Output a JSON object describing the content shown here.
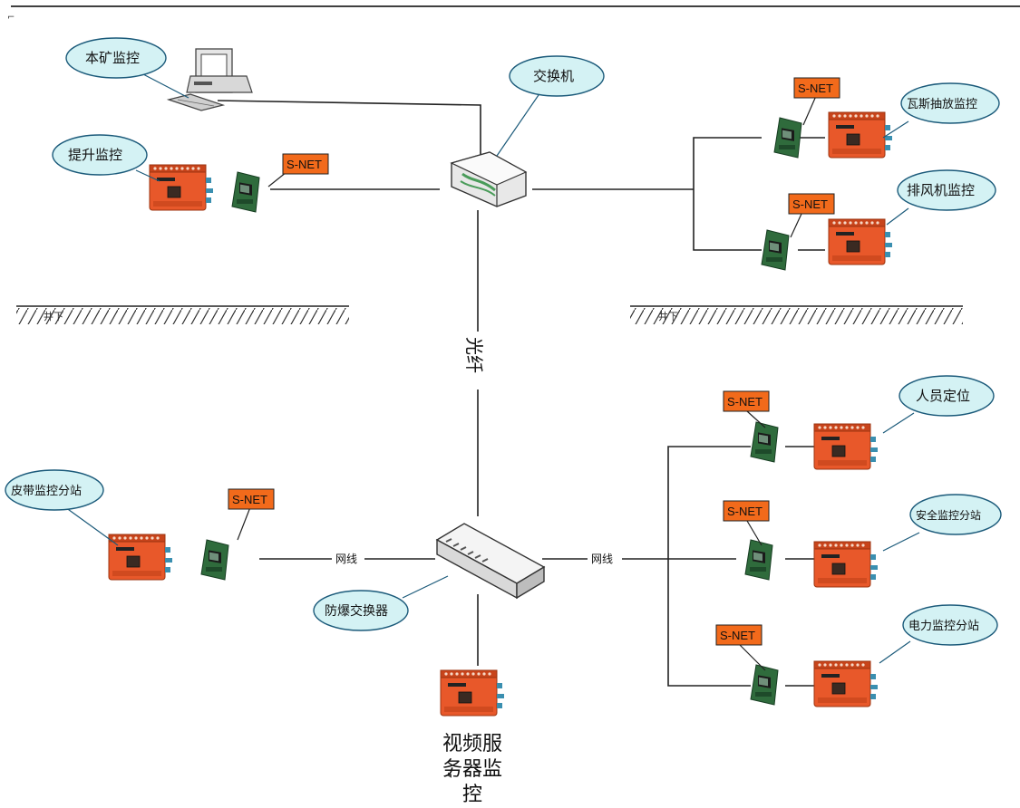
{
  "labels": {
    "local_monitor": "本矿监控",
    "switch": "交换机",
    "hoist_monitor": "提升监控",
    "gas_monitor": "瓦斯抽放监控",
    "exhaust_fan_monitor": "排风机监控",
    "above_ground_left": "井下",
    "above_ground_right": "井下",
    "fiber": "光纤",
    "personnel_position": "人员定位",
    "belt_substation": "皮带监控分站",
    "safety_substation": "安全监控分站",
    "power_substation": "电力监控分站",
    "explosion_proof_switch": "防爆交换器",
    "cable_left": "网线",
    "cable_right": "网线",
    "video_server_line1": "视频服",
    "video_server_line2": "务器监",
    "video_server_line3": "控",
    "snet": "S-NET"
  },
  "colors": {
    "callout_fill": "#d4f2f4",
    "callout_stroke": "#1b5a7a",
    "snet_fill": "#f26a1b",
    "device_orange": "#e8582a",
    "module_green": "#2f6b3c"
  }
}
